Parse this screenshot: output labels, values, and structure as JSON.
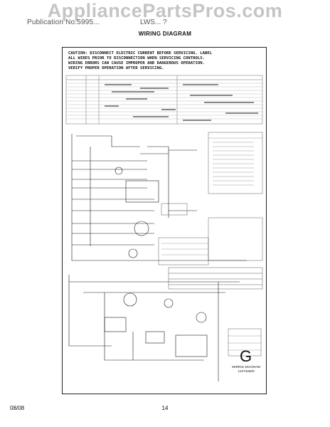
{
  "header": {
    "model_label": "Publication No.5995...",
    "model_code": "LWS... ?",
    "watermark": "AppliancePartsPros.com",
    "subtitle": "WIRING DIAGRAM"
  },
  "caution_lines": [
    "CAUTION: DISCONNECT ELECTRIC CURRENT BEFORE SERVICING. LABEL",
    "ALL WIRES PRIOR TO DISCONNECTION WHEN SERVICING CONTROLS.",
    "WIRING ERRORS CAN CAUSE IMPROPER AND DANGEROUS OPERATION.",
    "VERIFY PROPER OPERATION AFTER SERVICING."
  ],
  "diagram": {
    "letter": "G",
    "caption_line1": "WIRING DIAGRAM",
    "caption_line2": "134734600",
    "colors": {
      "ink": "#1a1a1a",
      "grid": "#444444",
      "paper": "#ffffff"
    }
  },
  "footer": {
    "date": "08/08",
    "page": "14"
  }
}
